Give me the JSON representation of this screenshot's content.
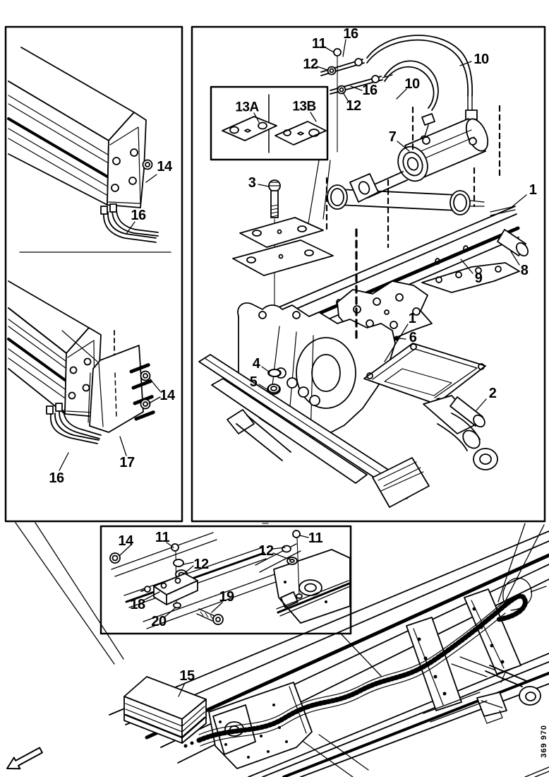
{
  "figure_code": "369 970",
  "icons": {
    "direction_arrow": "southwest-outline-arrow"
  },
  "panel_top_left": {
    "callouts": {
      "c14a": "14",
      "c16a": "16",
      "c14b": "14",
      "c17": "17",
      "c16b": "16"
    }
  },
  "panel_top_right": {
    "callouts": {
      "c11": "11",
      "c16a": "16",
      "c12a": "12",
      "c10a": "10",
      "c10b": "10",
      "c16b": "16",
      "c12b": "12",
      "c13a": "13A",
      "c13b": "13B",
      "c7": "7",
      "c3": "3",
      "c1a": "1",
      "c8": "8",
      "c9": "9",
      "c1b": "1",
      "c6": "6",
      "c4": "4",
      "c5": "5",
      "c2": "2"
    }
  },
  "panel_detail": {
    "callouts": {
      "c14": "14",
      "c11a": "11",
      "c12a": "12",
      "c18": "18",
      "c20": "20",
      "c19": "19",
      "c12b": "12",
      "c11b": "11"
    }
  },
  "chassis": {
    "callouts": {
      "c15": "15"
    }
  }
}
